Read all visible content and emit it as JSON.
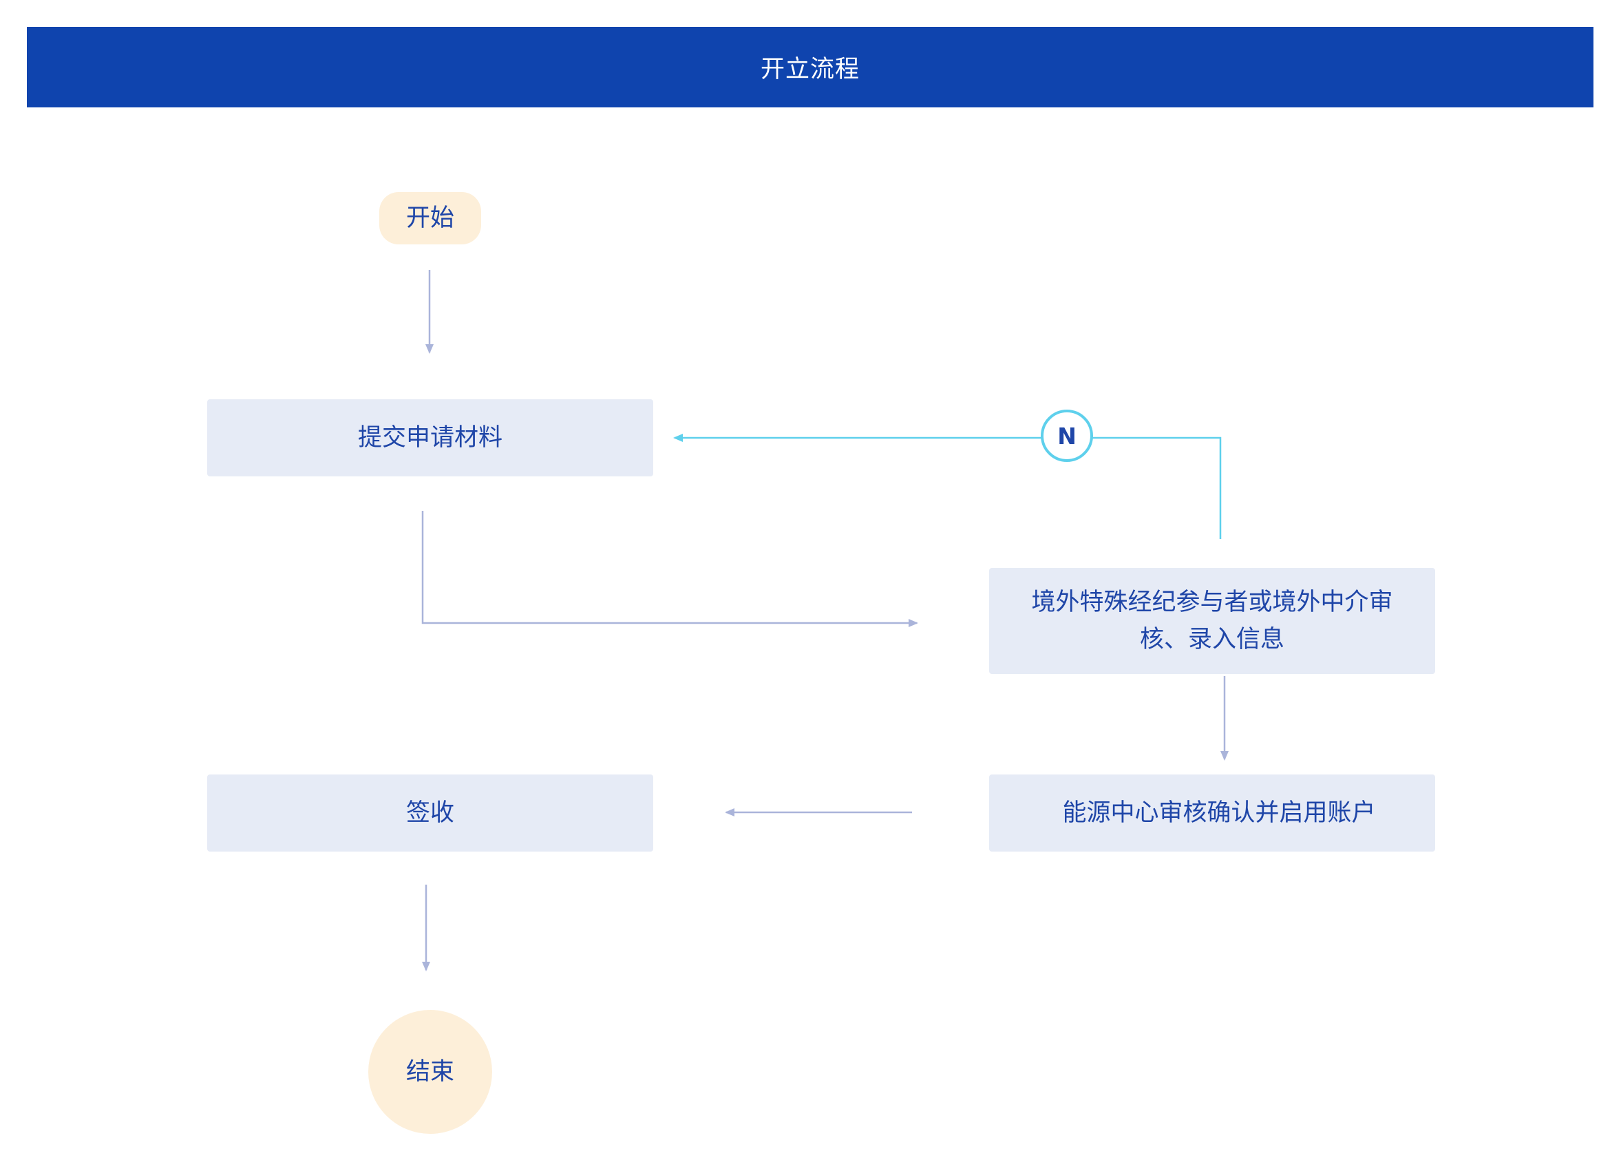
{
  "header": {
    "title": "开立流程"
  },
  "nodes": {
    "start": "开始",
    "submit": "提交申请材料",
    "review": "境外特殊经纪参与者或境外中介审核、录入信息",
    "confirm": "能源中心审核确认并启用账户",
    "sign": "签收",
    "end": "结束"
  },
  "reject_label": "N",
  "colors": {
    "header_bg": "#0f44ae",
    "header_text": "#ffffff",
    "node_text": "#1f46a8",
    "process_fill": "#e6ebf6",
    "terminal_fill": "#fdefd9",
    "connector": "#aab4da",
    "reject_connector": "#5ed0ec"
  }
}
